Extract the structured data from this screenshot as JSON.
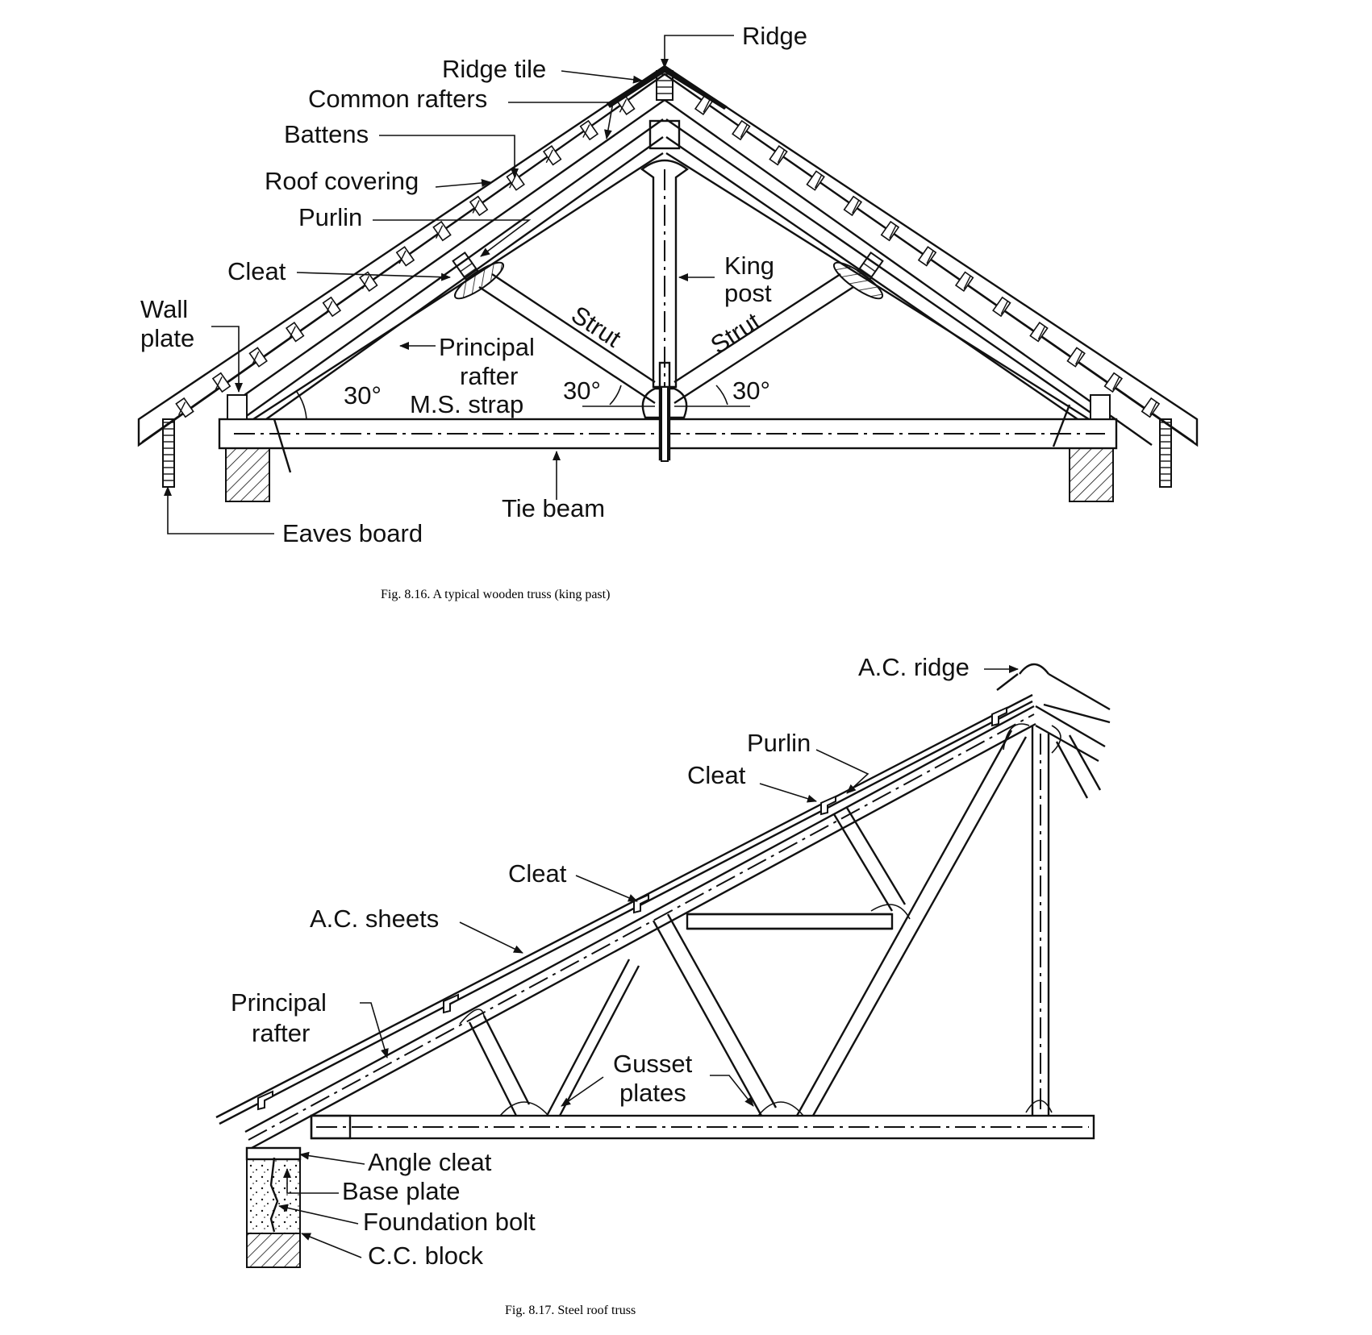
{
  "fig1": {
    "caption_num": "Fig. 8.16.",
    "caption_text": " A typical wooden truss (king past)",
    "labels": {
      "ridge": "Ridge",
      "ridge_tile": "Ridge tile",
      "common_rafters": "Common rafters",
      "battens": "Battens",
      "roof_covering": "Roof covering",
      "purlin": "Purlin",
      "cleat": "Cleat",
      "wall_plate_1": "Wall",
      "wall_plate_2": "plate",
      "principal_rafter_1": "Principal",
      "principal_rafter_2": "rafter",
      "king_post_1": "King",
      "king_post_2": "post",
      "strut_left": "Strut",
      "strut_right": "Strut",
      "angle_left": "30°",
      "angle_mid": "30°",
      "angle_right": "30°",
      "ms_strap": "M.S. strap",
      "tie_beam": "Tie beam",
      "eaves_board": "Eaves board"
    }
  },
  "fig2": {
    "caption_num": "Fig. 8.17.",
    "caption_text": " Steel roof truss",
    "labels": {
      "ac_ridge": "A.C. ridge",
      "purlin": "Purlin",
      "cleat_top": "Cleat",
      "cleat_mid": "Cleat",
      "ac_sheets": "A.C. sheets",
      "principal_rafter_1": "Principal",
      "principal_rafter_2": "rafter",
      "gusset_plates_1": "Gusset",
      "gusset_plates_2": "plates",
      "angle_cleat": "Angle cleat",
      "base_plate": "Base plate",
      "foundation_bolt": "Foundation bolt",
      "cc_block": "C.C. block"
    }
  }
}
